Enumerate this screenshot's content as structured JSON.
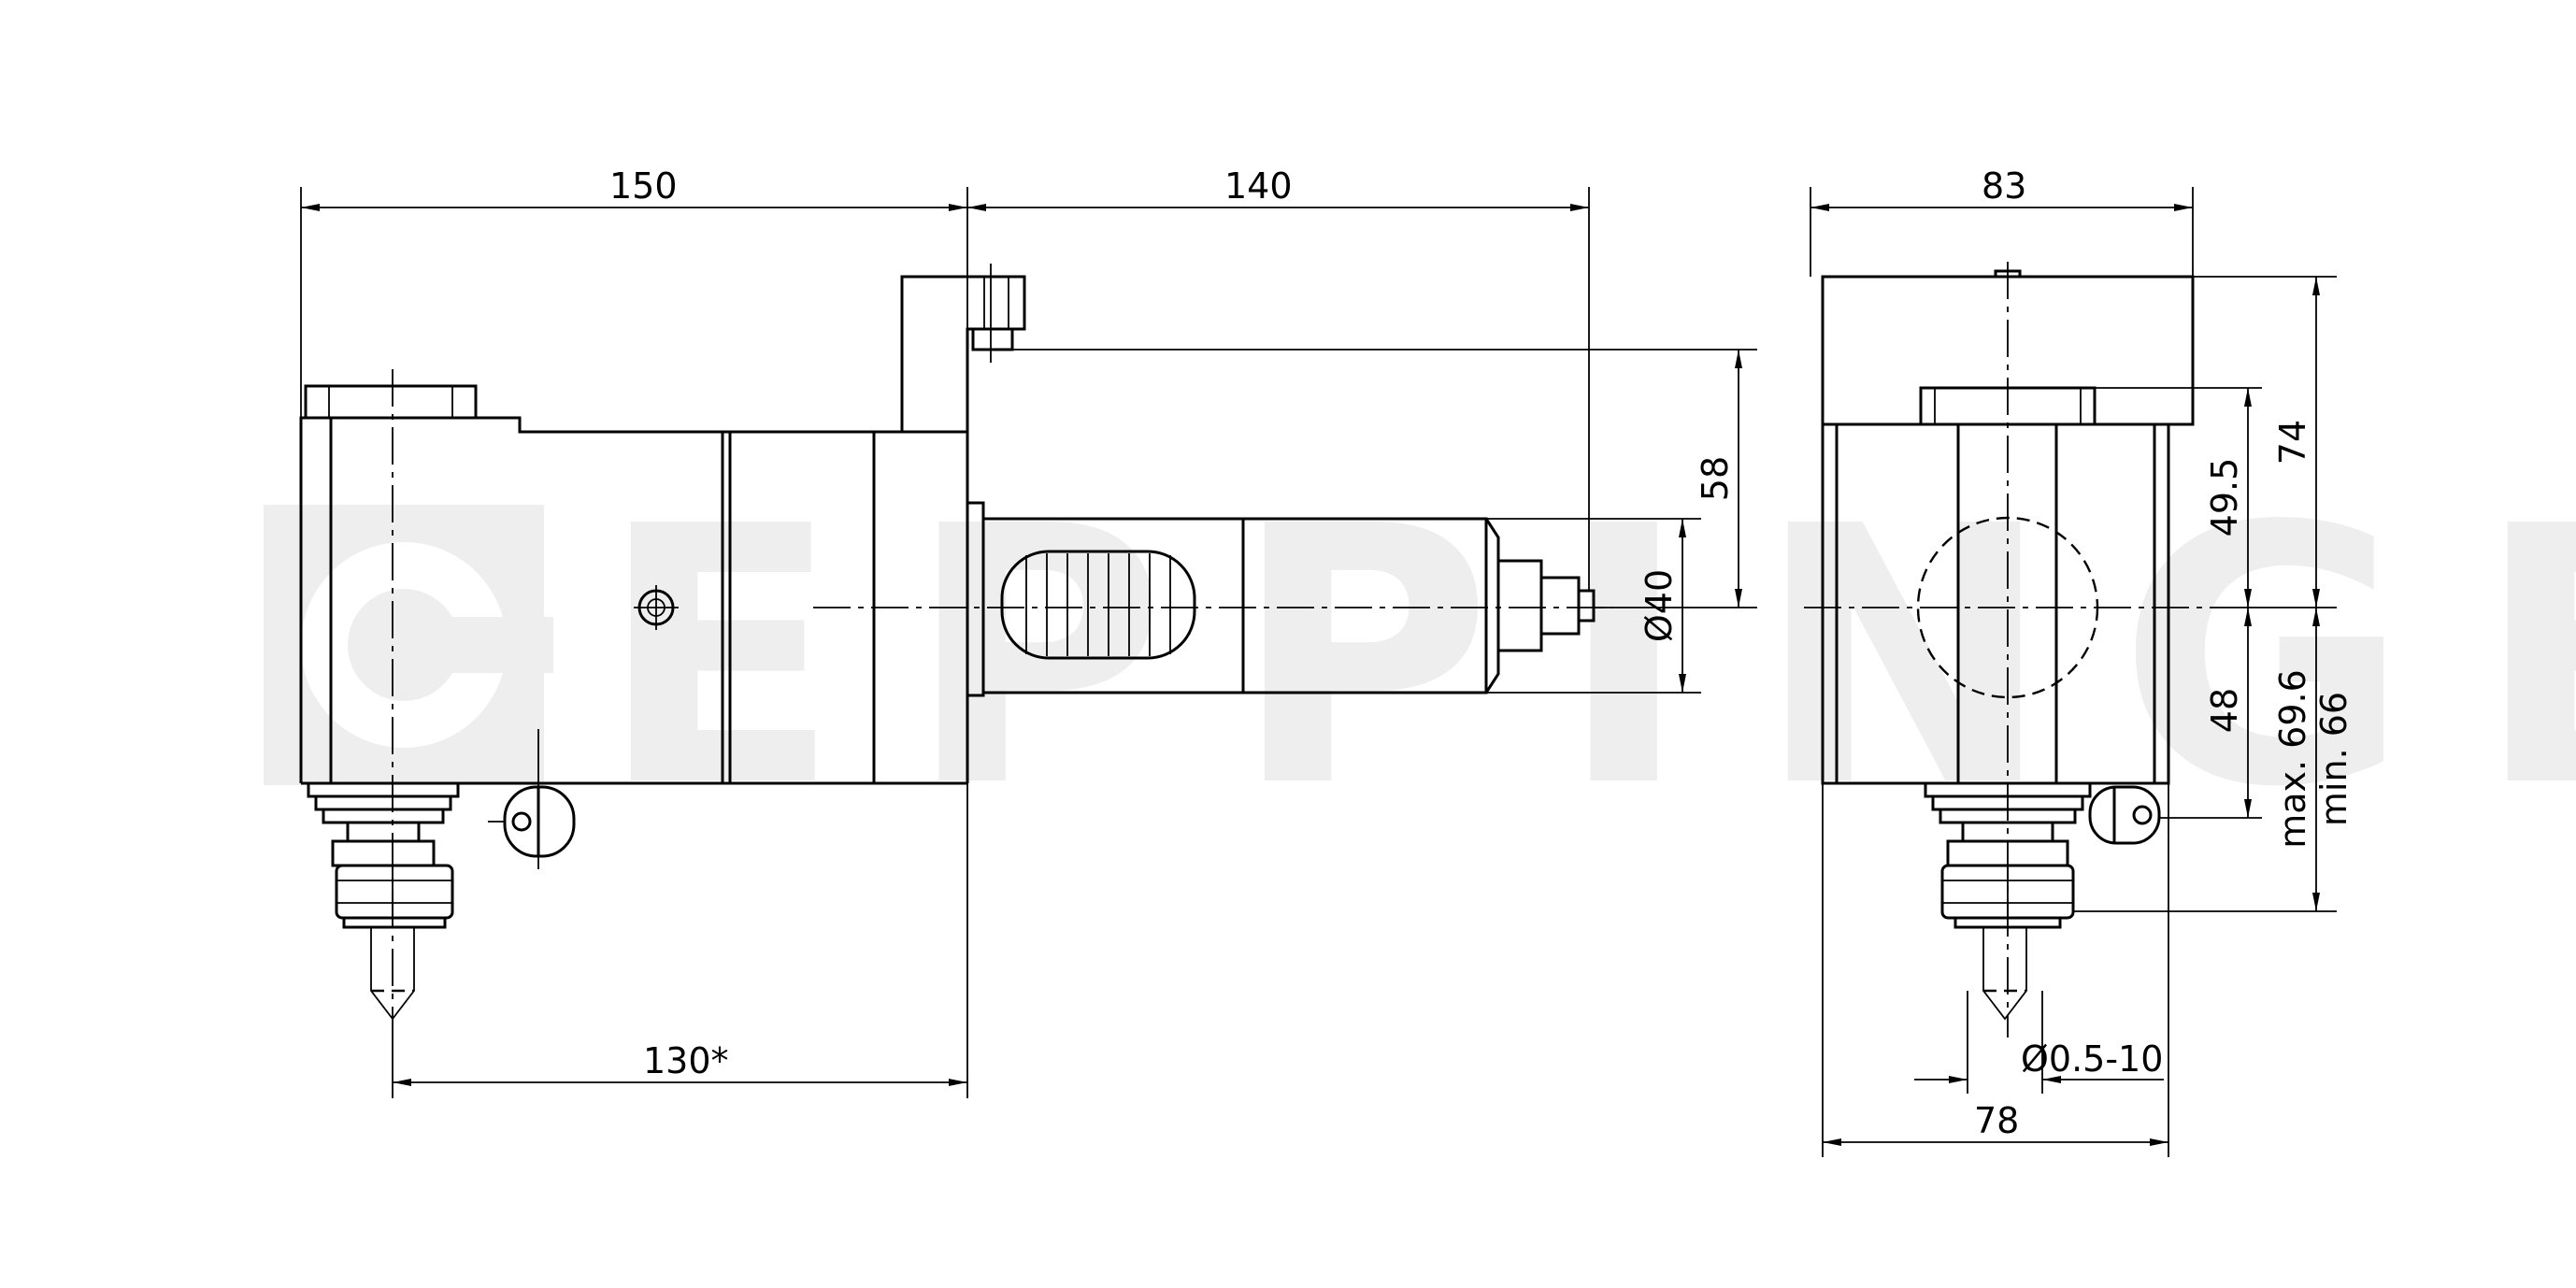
{
  "watermark": {
    "text": "EPPINGER",
    "color": "#e9e9e9"
  },
  "dimensions": {
    "d150": "150",
    "d140": "140",
    "d83": "83",
    "d58": "58",
    "d40": "Ø40",
    "d74": "74",
    "d49_5": "49.5",
    "d48": "48",
    "max69_6": "max. 69.6",
    "min66": "min. 66",
    "d130": "130*",
    "d0_5_10": "Ø0.5-10",
    "d78": "78"
  },
  "colors": {
    "line": "#000000",
    "background": "#ffffff"
  }
}
